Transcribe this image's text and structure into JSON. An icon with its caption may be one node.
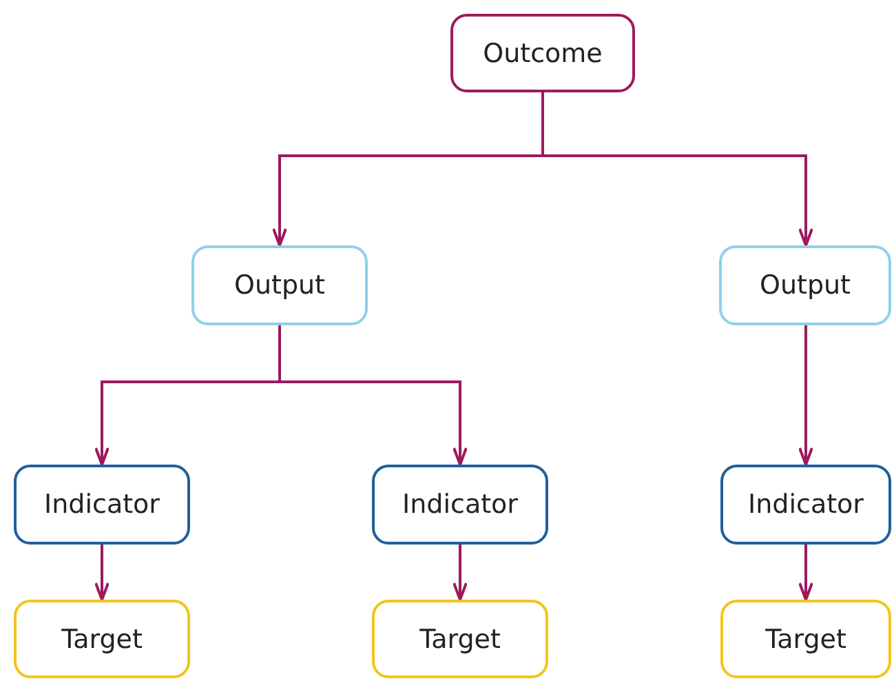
{
  "diagram": {
    "nodes": [
      {
        "text": [
          "Outcome"
        ]
      },
      {
        "text": [
          "Output"
        ]
      },
      {
        "text": [
          "Output"
        ]
      },
      {
        "text": [
          "Indicator"
        ]
      },
      {
        "text": [
          "Indicator"
        ]
      },
      {
        "text": [
          "Indicator"
        ]
      },
      {
        "text": [
          "Target"
        ]
      },
      {
        "text": [
          "Target"
        ]
      },
      {
        "text": [
          "Target"
        ]
      }
    ],
    "edges": [
      {
        "from": 0,
        "to": 1,
        "arrow": "to"
      },
      {
        "from": 0,
        "to": 2,
        "arrow": "to"
      },
      {
        "from": 1,
        "to": 3,
        "arrow": "to"
      },
      {
        "from": 1,
        "to": 4,
        "arrow": "to"
      },
      {
        "from": 2,
        "to": 5,
        "arrow": "to"
      },
      {
        "from": 3,
        "to": 6,
        "arrow": "to"
      },
      {
        "from": 4,
        "to": 7,
        "arrow": "to"
      },
      {
        "from": 5,
        "to": 8,
        "arrow": "to"
      }
    ]
  }
}
